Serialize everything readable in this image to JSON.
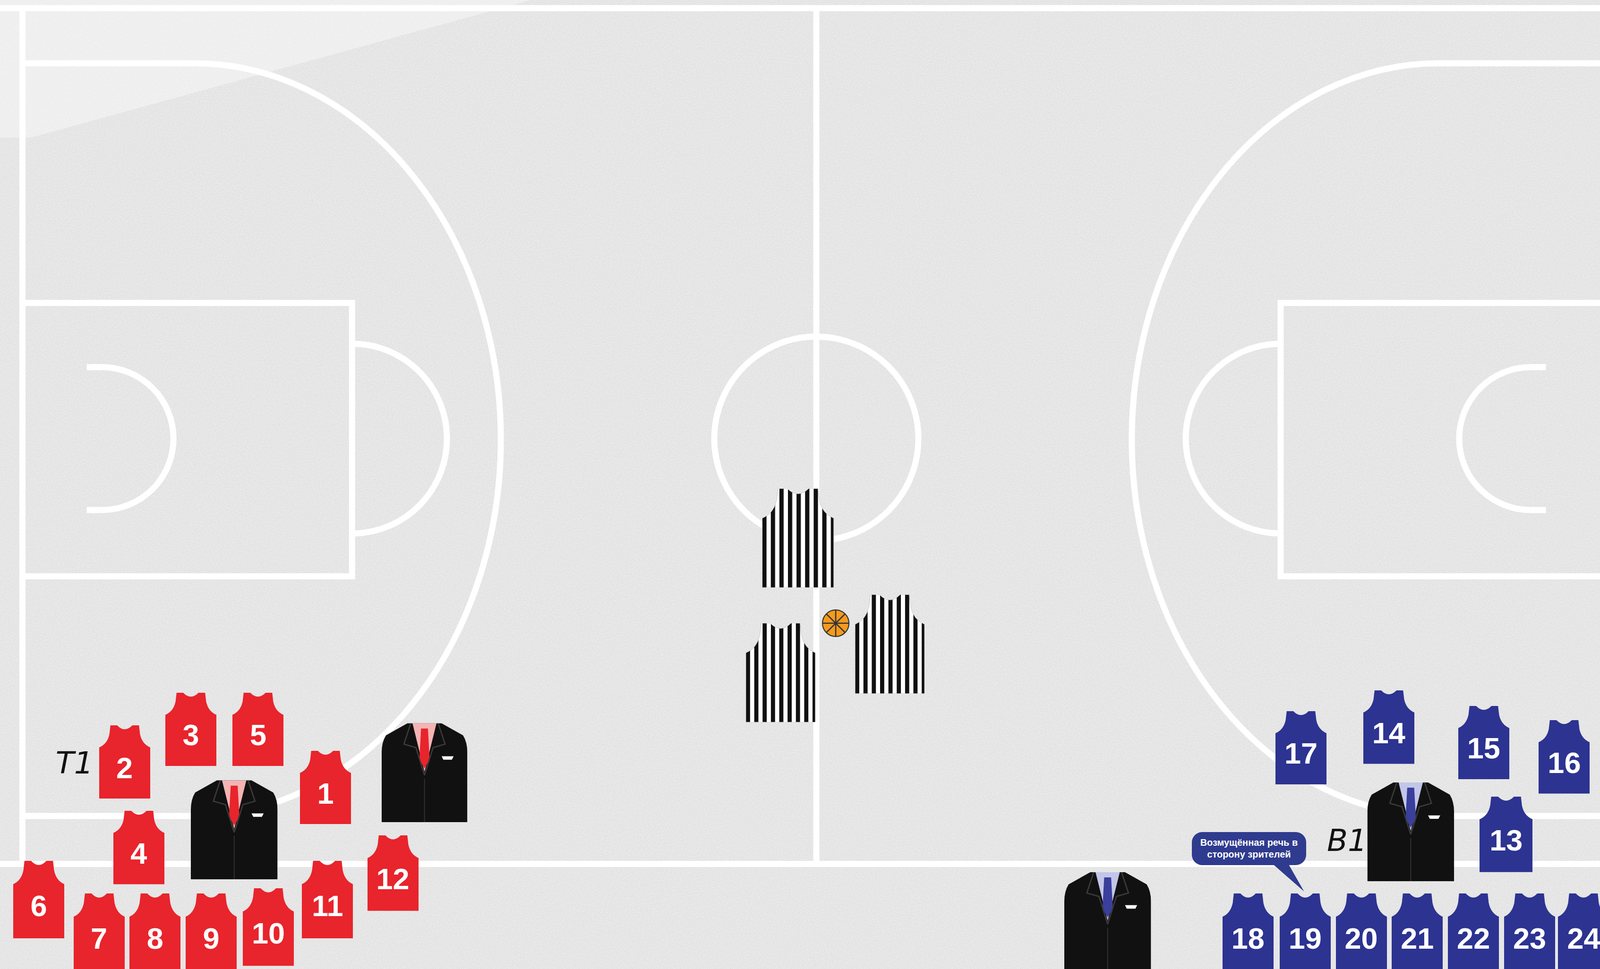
{
  "diagram": {
    "nodes": [
      {
        "text": [
          "1"
        ]
      },
      {
        "text": [
          "2"
        ]
      },
      {
        "text": [
          "3"
        ]
      },
      {
        "text": [
          "4"
        ]
      },
      {
        "text": [
          "5"
        ]
      },
      {
        "text": [
          "6"
        ]
      },
      {
        "text": [
          "7"
        ]
      },
      {
        "text": [
          "8"
        ]
      },
      {
        "text": [
          "9"
        ]
      },
      {
        "text": [
          "10"
        ]
      },
      {
        "text": [
          "11"
        ]
      },
      {
        "text": [
          "12"
        ]
      },
      {
        "text": [
          "13"
        ]
      },
      {
        "text": [
          "14"
        ]
      },
      {
        "text": [
          "15"
        ]
      },
      {
        "text": [
          "16"
        ]
      },
      {
        "text": [
          "17"
        ]
      },
      {
        "text": [
          "18"
        ]
      },
      {
        "text": [
          "19"
        ]
      },
      {
        "text": [
          "20"
        ]
      },
      {
        "text": [
          "21"
        ]
      },
      {
        "text": [
          "22"
        ]
      },
      {
        "text": [
          "23"
        ]
      },
      {
        "text": [
          "24"
        ]
      },
      {
        "text": [
          "Возмущённая речь в сторону зрителей"
        ]
      }
    ],
    "labels": [
      "T1",
      "B1"
    ]
  }
}
